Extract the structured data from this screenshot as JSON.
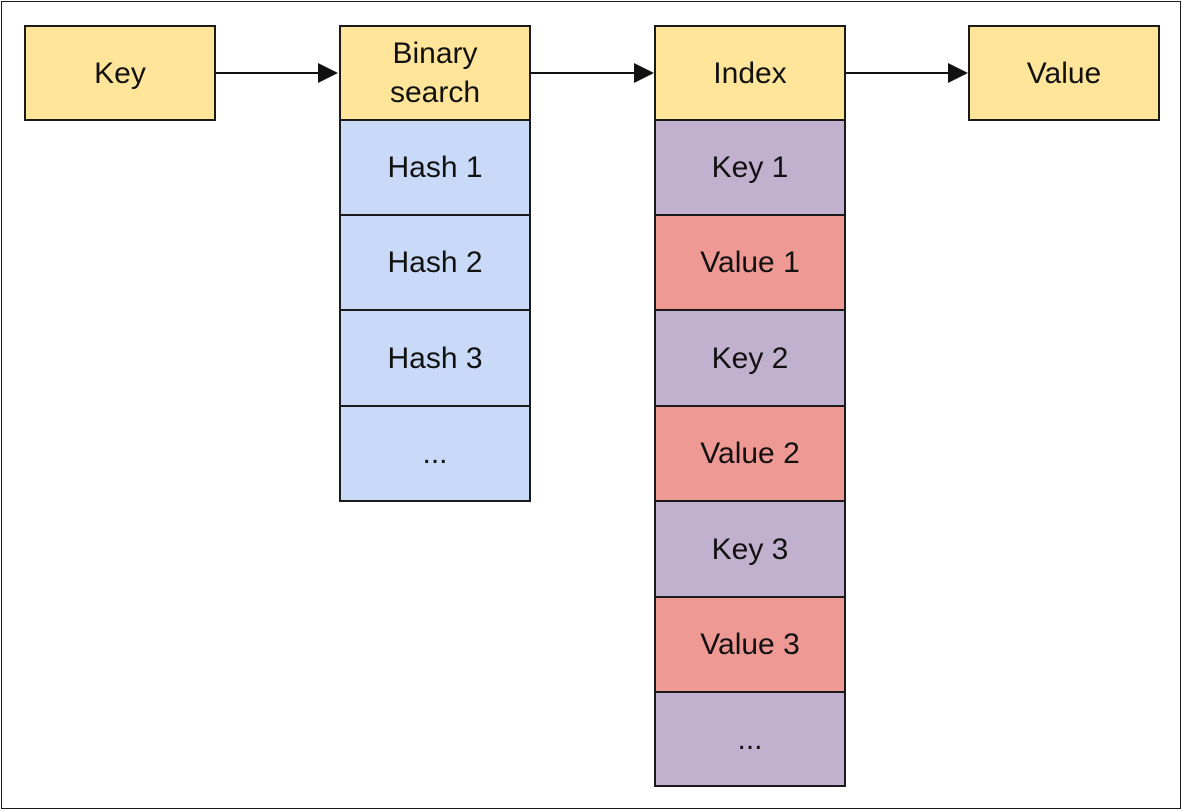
{
  "diagram": {
    "key_box": "Key",
    "binary_search_box": "Binary\nsearch",
    "index_box": "Index",
    "value_box": "Value",
    "hash_column": [
      "Hash 1",
      "Hash 2",
      "Hash 3",
      "..."
    ],
    "index_column": [
      "Key 1",
      "Value 1",
      "Key 2",
      "Value 2",
      "Key 3",
      "Value 3",
      "..."
    ]
  },
  "colors": {
    "header": "#ffe599",
    "hash": "#c9daf8",
    "key": "#c2b0cf",
    "value": "#ef9995"
  }
}
